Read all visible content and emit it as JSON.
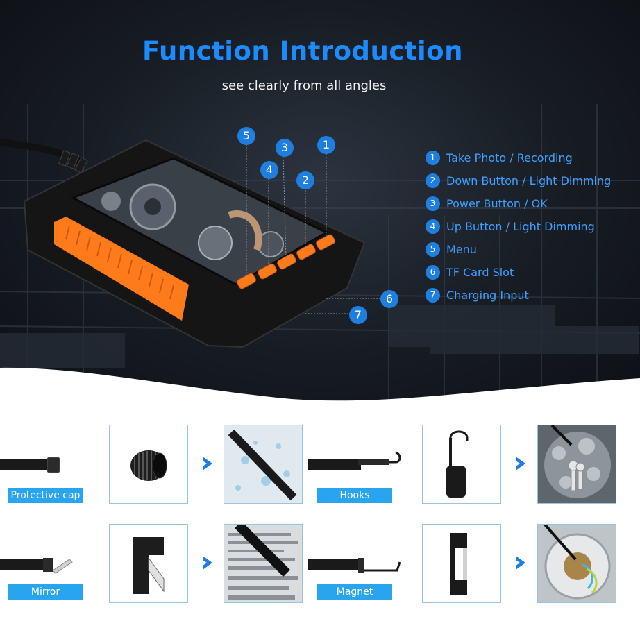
{
  "header": {
    "title": "Function Introduction",
    "subtitle": "see clearly from all angles"
  },
  "device_callouts": [
    "1",
    "2",
    "3",
    "4",
    "5",
    "6",
    "7"
  ],
  "features": [
    {
      "num": "1",
      "label": "Take Photo / Recording"
    },
    {
      "num": "2",
      "label": "Down Button / Light Dimming"
    },
    {
      "num": "3",
      "label": "Power Button / OK"
    },
    {
      "num": "4",
      "label": "Up Button / Light Dimming"
    },
    {
      "num": "5",
      "label": "Menu"
    },
    {
      "num": "6",
      "label": "TF Card Slot"
    },
    {
      "num": "7",
      "label": "Charging Input"
    }
  ],
  "accessories": {
    "protective_cap": "Protective cap",
    "hooks": "Hooks",
    "mirror": "Mirror",
    "magnet": "Magnet"
  },
  "colors": {
    "accent_blue": "#1e7fe0",
    "label_blue": "#29a4ef",
    "device_orange": "#ff7a1a"
  }
}
